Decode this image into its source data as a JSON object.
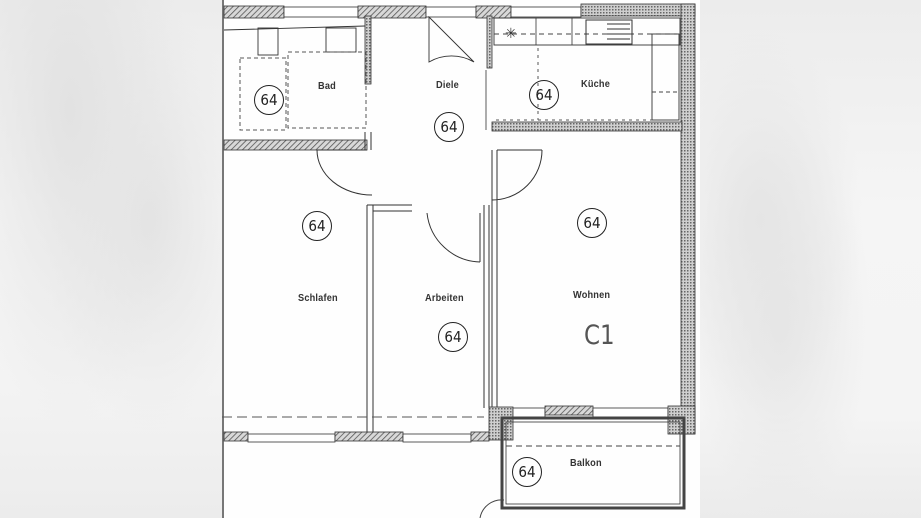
{
  "floor_plan": {
    "unit_label": "C1",
    "rooms": [
      {
        "name": "Bad",
        "number": "64"
      },
      {
        "name": "Diele",
        "number": "64"
      },
      {
        "name": "Küche",
        "number": "64"
      },
      {
        "name": "Schlafen",
        "number": "64"
      },
      {
        "name": "Arbeiten",
        "number": "64"
      },
      {
        "name": "Wohnen",
        "number": "64"
      },
      {
        "name": "Balkon",
        "number": "64"
      }
    ],
    "colors": {
      "lines": "#222222",
      "wall_hatch": "#555555",
      "paper": "#fefefe"
    }
  }
}
